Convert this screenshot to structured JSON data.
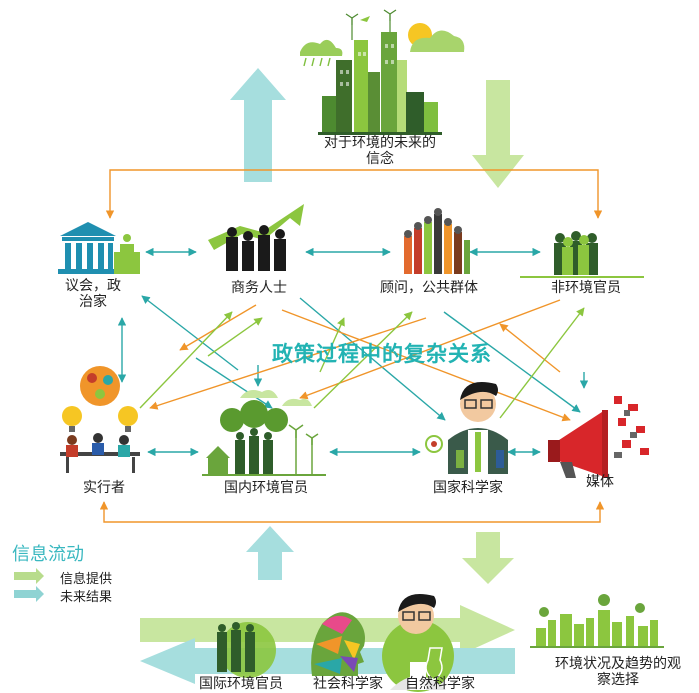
{
  "title": "政策过程中的复杂关系",
  "nodes": {
    "future_belief": "对于环境的未来的\n信念",
    "parliament": "议会，政\n治家",
    "business": "商务人士",
    "advisors": "顾问，公共群体",
    "non_env_officials": "非环境官员",
    "implementers": "实行者",
    "domestic_env_officials": "国内环境官员",
    "national_scientists": "国家科学家",
    "media": "媒体",
    "intl_env_officials": "国际环境官员",
    "social_scientists": "社会科学家",
    "natural_scientists": "自然科学家",
    "observation": "环境状况及趋势的观\n察选择"
  },
  "legend": {
    "title": "信息流动",
    "items": [
      {
        "label": "信息提供",
        "color": "#b8dc8c"
      },
      {
        "label": "未来结果",
        "color": "#8fd3d3"
      }
    ]
  },
  "colors": {
    "orange": "#f0952a",
    "teal": "#2aa7a7",
    "green": "#8cc63f",
    "light_green": "#c8e6a0",
    "light_teal": "#a6dede",
    "dark_green": "#2f5d2a"
  }
}
